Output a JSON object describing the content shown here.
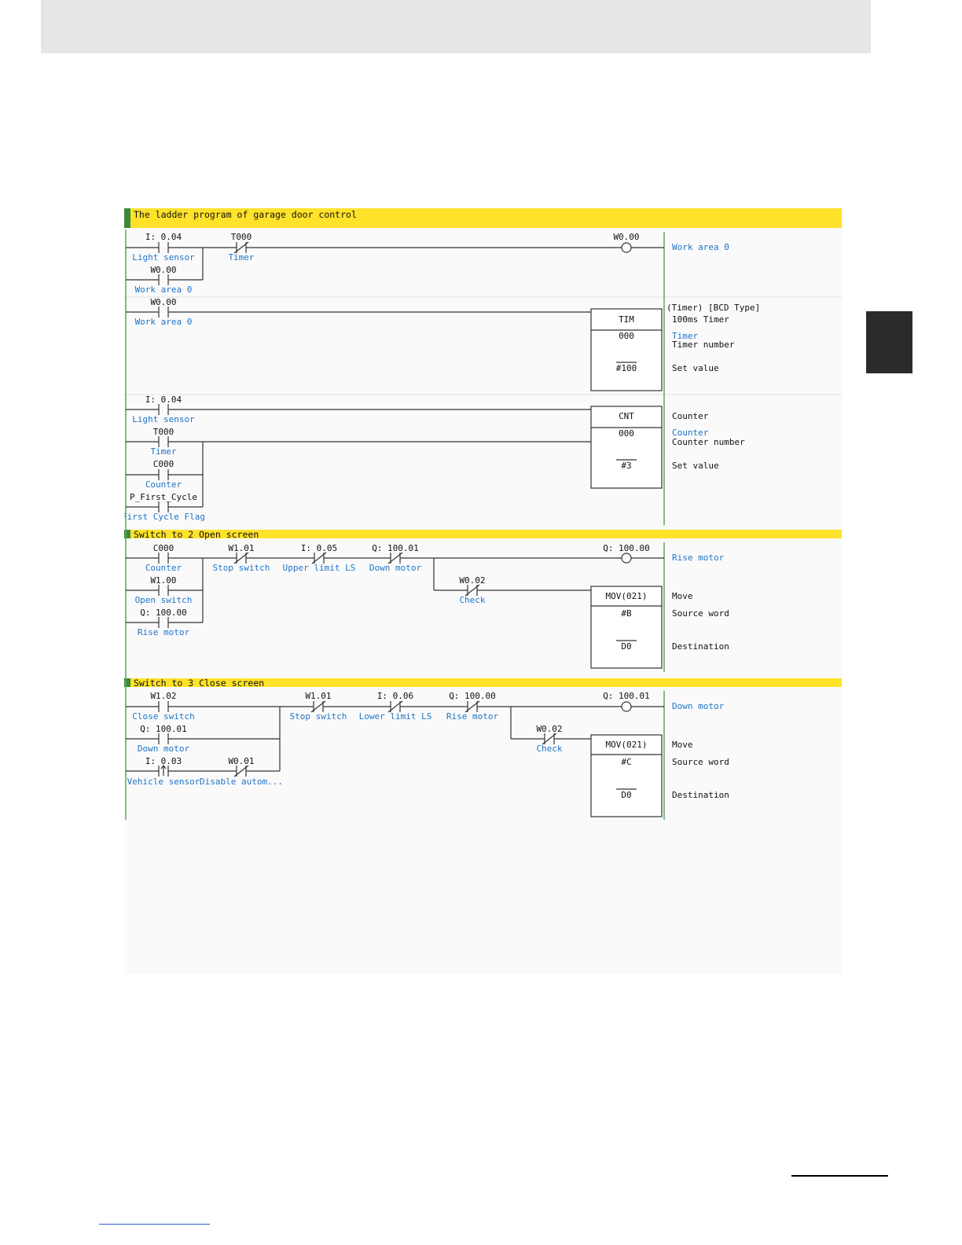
{
  "colors": {
    "section_bar": "#ffe229",
    "section_marker": "#3a8a3a",
    "bus_line": "#5aaa5a",
    "wire": "#333333",
    "comment_text": "#1e74c7",
    "address_text": "#111111"
  },
  "sections": [
    {
      "title": "The ladder program of garage door control"
    },
    {
      "title": "Switch to 2 Open screen"
    },
    {
      "title": "Switch to 3 Close screen"
    }
  ],
  "rungs": [
    {
      "contacts": [
        {
          "address": "I: 0.04",
          "comment": "Light sensor",
          "type": "NO"
        },
        {
          "address": "T000",
          "comment": "Timer",
          "type": "NC"
        },
        {
          "address": "W0.00",
          "comment": "Work area 0",
          "type": "NO"
        }
      ],
      "output": {
        "address": "W0.00",
        "comment": "Work area 0"
      }
    },
    {
      "contacts": [
        {
          "address": "W0.00",
          "comment": "Work area 0",
          "type": "NO"
        }
      ],
      "block": {
        "name": "TIM",
        "operands": [
          "000",
          "#100"
        ]
      },
      "operand_comments": [
        "(Timer) [BCD Type]",
        "100ms Timer",
        "Timer",
        "Timer number",
        "Set value"
      ]
    },
    {
      "contacts": [
        {
          "address": "I: 0.04",
          "comment": "Light sensor",
          "type": "NO"
        },
        {
          "address": "T000",
          "comment": "Timer",
          "type": "NO"
        },
        {
          "address": "C000",
          "comment": "Counter",
          "type": "NO"
        },
        {
          "address": "P_First_Cycle",
          "comment": "First Cycle Flag",
          "type": "NO"
        }
      ],
      "block": {
        "name": "CNT",
        "operands": [
          "000",
          "#3"
        ]
      },
      "operand_comments": [
        "Counter",
        "Counter",
        "Counter number",
        "Set value"
      ]
    },
    {
      "contacts": [
        {
          "address": "C000",
          "comment": "Counter",
          "type": "NO"
        },
        {
          "address": "W1.01",
          "comment": "Stop switch",
          "type": "NC"
        },
        {
          "address": "I: 0.05",
          "comment": "Upper limit LS",
          "type": "NC"
        },
        {
          "address": "Q: 100.01",
          "comment": "Down motor",
          "type": "NC"
        },
        {
          "address": "W1.00",
          "comment": "Open switch",
          "type": "NO"
        },
        {
          "address": "W0.02",
          "comment": "Check",
          "type": "NC"
        },
        {
          "address": "Q: 100.00",
          "comment": "Rise motor",
          "type": "NO"
        }
      ],
      "output": {
        "address": "Q: 100.00",
        "comment": "Rise motor"
      },
      "block": {
        "name": "MOV(021)",
        "operands": [
          "#B",
          "D0"
        ]
      },
      "operand_comments": [
        "Move",
        "Source word",
        "Destination"
      ]
    },
    {
      "contacts": [
        {
          "address": "W1.02",
          "comment": "Close switch",
          "type": "NO"
        },
        {
          "address": "W1.01",
          "comment": "Stop switch",
          "type": "NC"
        },
        {
          "address": "I: 0.06",
          "comment": "Lower limit LS",
          "type": "NC"
        },
        {
          "address": "Q: 100.00",
          "comment": "Rise motor",
          "type": "NC"
        },
        {
          "address": "Q: 100.01",
          "comment": "Down motor",
          "type": "NO"
        },
        {
          "address": "W0.02",
          "comment": "Check",
          "type": "NC"
        },
        {
          "address": "I: 0.03",
          "comment": "Vehicle sensor",
          "type": "UP"
        },
        {
          "address": "W0.01",
          "comment": "Disable autom...",
          "type": "NC"
        }
      ],
      "output": {
        "address": "Q: 100.01",
        "comment": "Down motor"
      },
      "block": {
        "name": "MOV(021)",
        "operands": [
          "#C",
          "D0"
        ]
      },
      "operand_comments": [
        "Move",
        "Source word",
        "Destination"
      ]
    }
  ]
}
